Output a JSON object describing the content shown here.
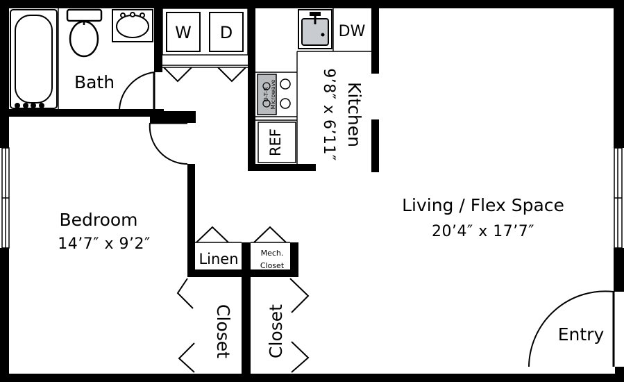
{
  "rooms": {
    "bath": "Bath",
    "bedroom": {
      "name": "Bedroom",
      "dims": "14’7″ x 9’2″"
    },
    "living": {
      "name": "Living / Flex Space",
      "dims": "20’4″ x 17’7″"
    },
    "kitchen": {
      "name": "Kitchen",
      "dims": "9’8″ x 6’11″"
    },
    "entry": "Entry"
  },
  "fixtures": {
    "washer": "W",
    "dryer": "D",
    "dishwasher": "DW",
    "refrigerator": "REF",
    "range_label": "O-T-R",
    "microwave": "Microwave"
  },
  "closets": {
    "linen": "Linen",
    "mech_line1": "Mech.",
    "mech_line2": "Closet",
    "closet_left": "Closet",
    "closet_right": "Closet"
  },
  "colors": {
    "wall": "#000000",
    "sink": "#c8ccd0",
    "microwave": "#b9bcbf"
  }
}
